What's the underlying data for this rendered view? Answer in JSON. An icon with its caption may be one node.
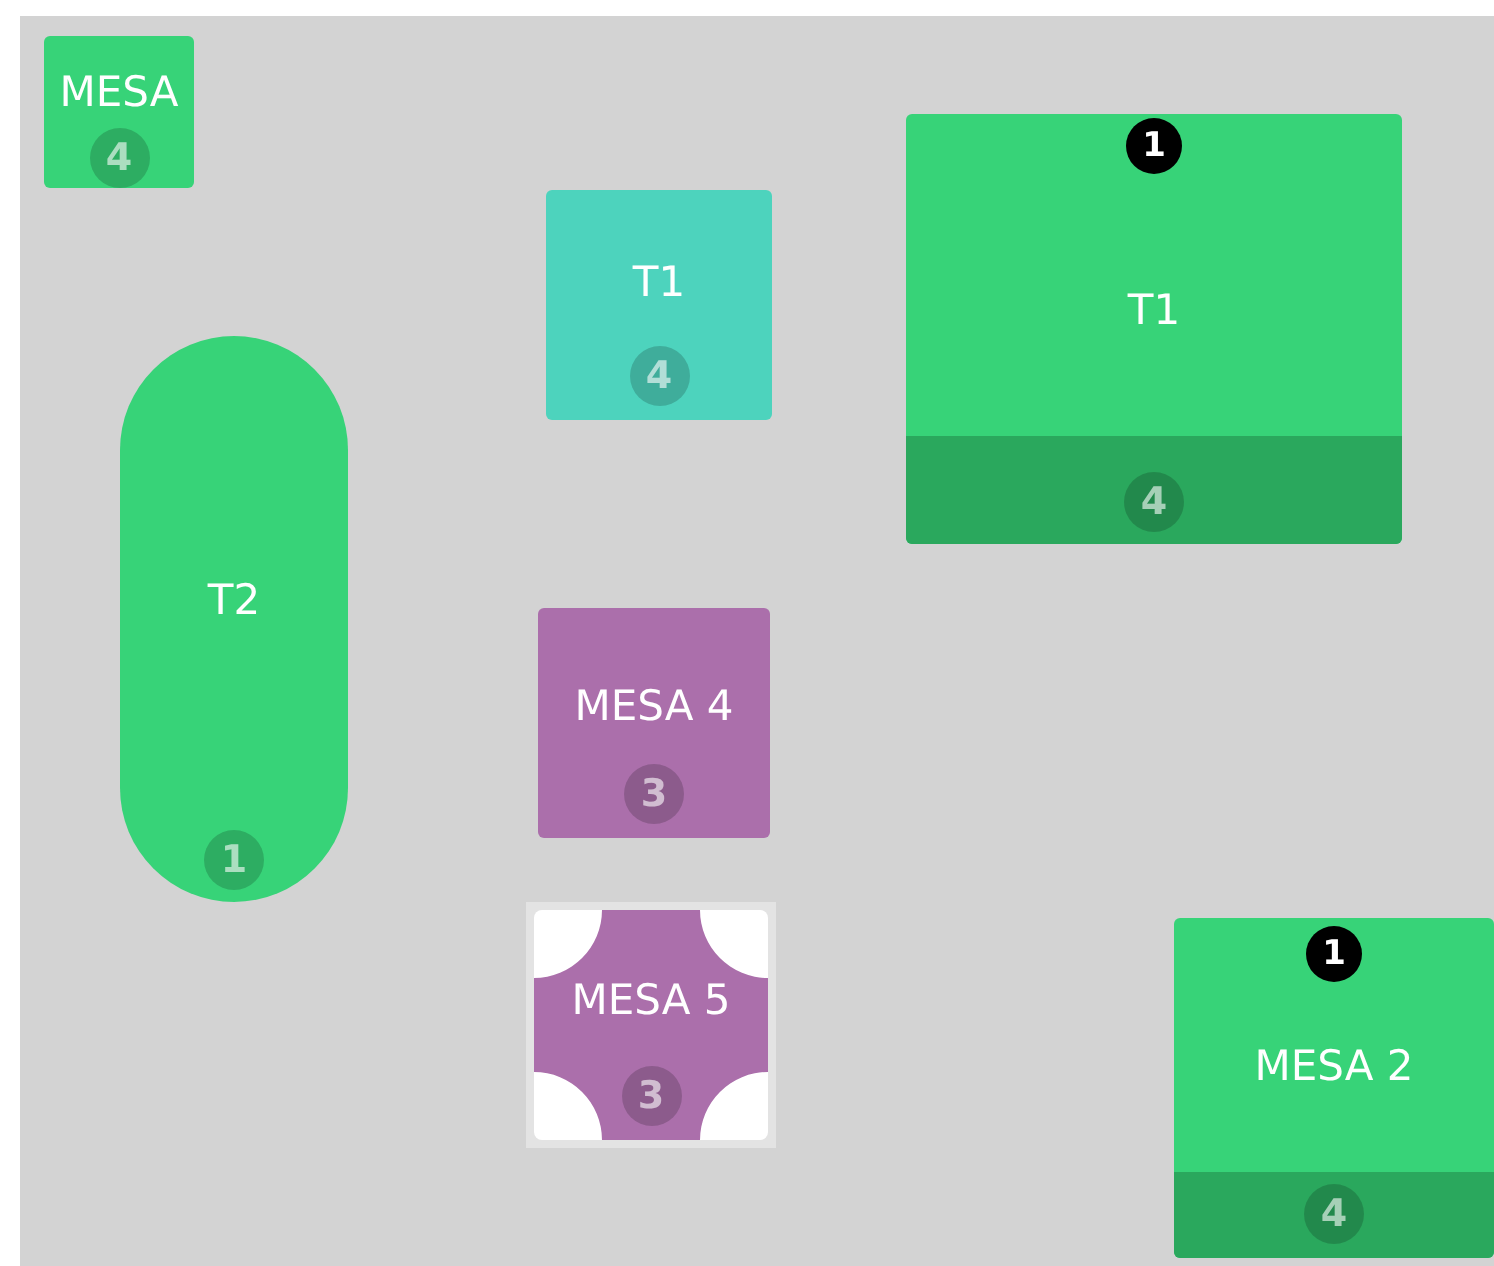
{
  "diagram": {
    "nodes": [
      {
        "text": [
          "MESA",
          "4"
        ]
      },
      {
        "text": [
          "T1",
          "4"
        ]
      },
      {
        "text": [
          "1",
          "T1",
          "4"
        ]
      },
      {
        "text": [
          "T2",
          "1"
        ]
      },
      {
        "text": [
          "MESA 4",
          "3"
        ]
      },
      {
        "text": [
          "MESA 5",
          "3"
        ]
      },
      {
        "text": [
          "1",
          "MESA 2",
          "4"
        ]
      }
    ]
  }
}
